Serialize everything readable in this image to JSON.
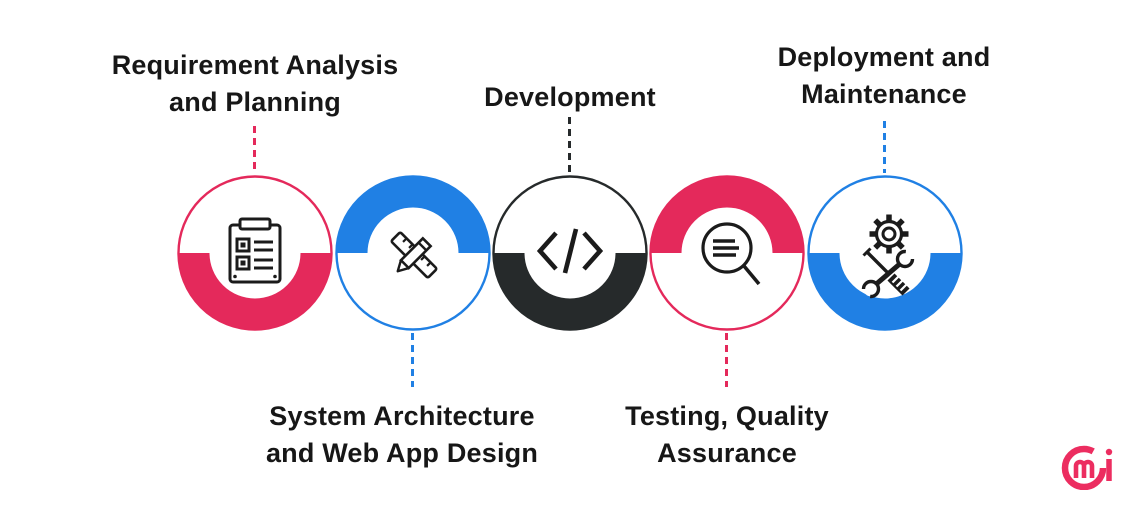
{
  "diagram": {
    "description": "Five-step web app development process flow",
    "colors": {
      "red": "#E4295B",
      "blue": "#2080E4",
      "dark": "#262A2B",
      "text": "#171717",
      "pink": "#EC2D60"
    },
    "steps": [
      {
        "label": "Requirement Analysis\nand Planning",
        "color_name": "red",
        "thick_arc": "bottom",
        "label_position": "top",
        "icon": "clipboard-checklist-icon"
      },
      {
        "label": "System Architecture\nand Web App Design",
        "color_name": "blue",
        "thick_arc": "top",
        "label_position": "bottom",
        "icon": "pencil-ruler-icon"
      },
      {
        "label": "Development",
        "color_name": "dark",
        "thick_arc": "bottom",
        "label_position": "top",
        "icon": "code-icon"
      },
      {
        "label": "Testing, Quality\nAssurance",
        "color_name": "red",
        "thick_arc": "top",
        "label_position": "bottom",
        "icon": "magnifier-review-icon"
      },
      {
        "label": "Deployment and\nMaintenance",
        "color_name": "blue",
        "thick_arc": "bottom",
        "label_position": "top",
        "icon": "gear-tools-icon"
      }
    ],
    "logo": {
      "name": "cmi-logo"
    }
  }
}
